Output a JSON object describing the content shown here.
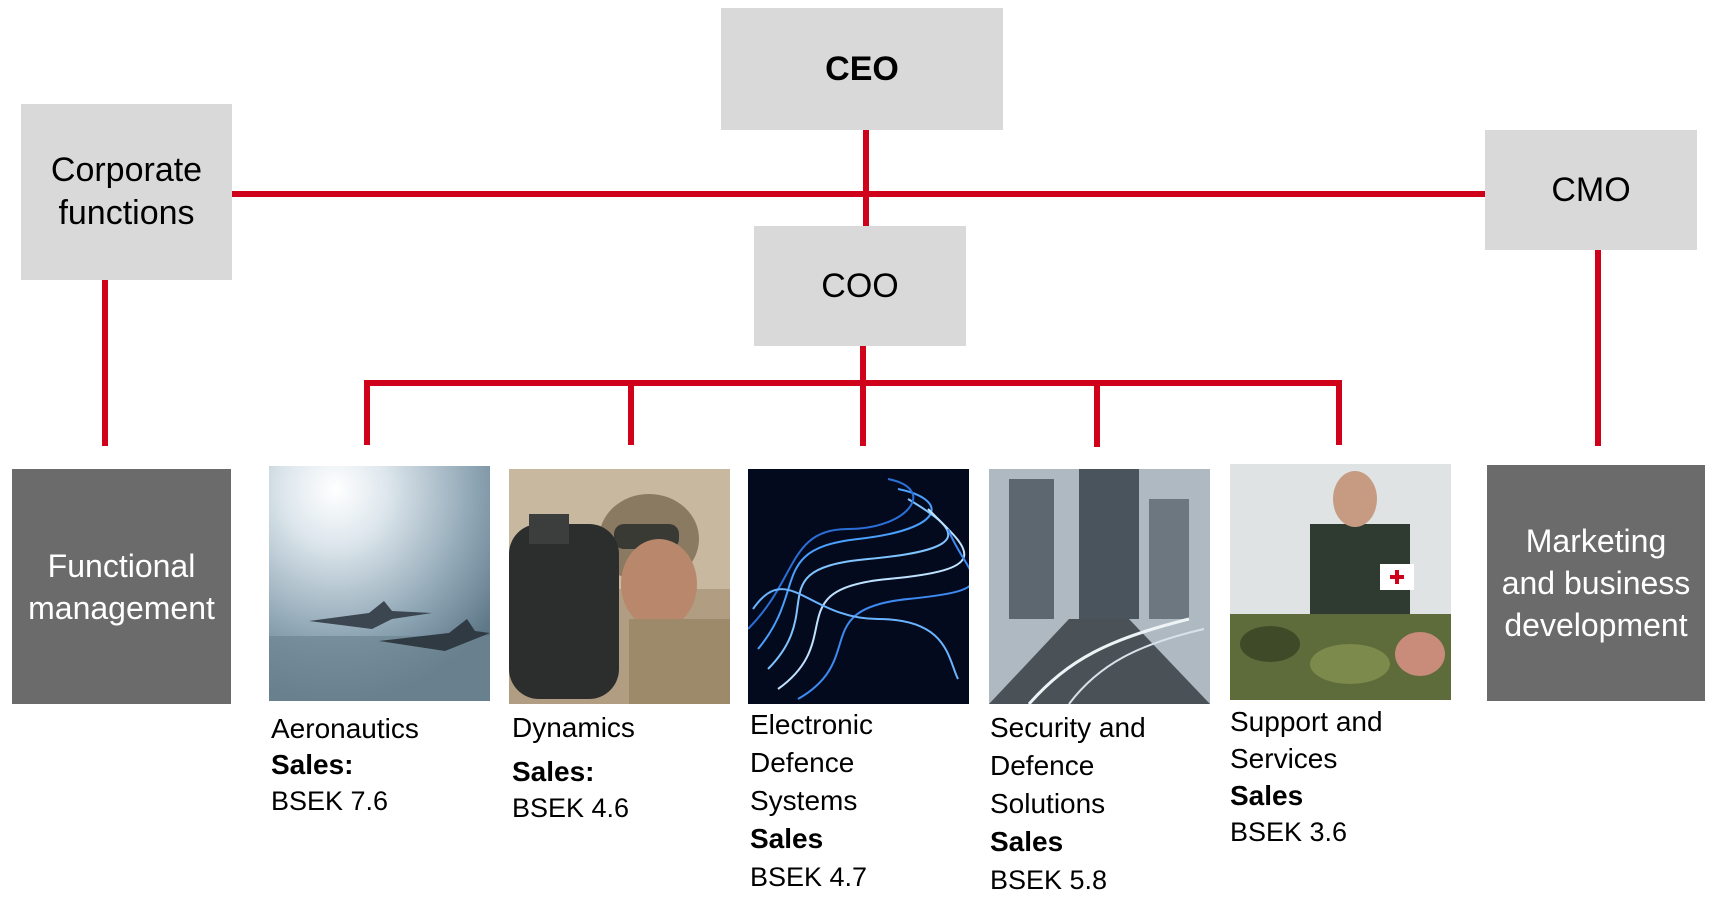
{
  "org": {
    "ceo": "CEO",
    "corporate_functions": "Corporate functions",
    "cmo": "CMO",
    "coo": "COO",
    "functional_management": "Functional management",
    "marketing": "Marketing and business development"
  },
  "business_areas": [
    {
      "name": "Aeronautics",
      "sales_label": "Sales:",
      "sales_value": "BSEK 7.6",
      "image": "fighter-jets-photo"
    },
    {
      "name": "Dynamics",
      "sales_label": "Sales:",
      "sales_value": "BSEK 4.6",
      "image": "soldier-weapon-photo"
    },
    {
      "name": "Electronic Defence Systems",
      "sales_label": "Sales",
      "sales_value": "BSEK 4.7",
      "image": "light-fibers-photo"
    },
    {
      "name": "Security and Defence Solutions",
      "sales_label": "Sales",
      "sales_value": "BSEK 5.8",
      "image": "city-highway-photo"
    },
    {
      "name": "Support and Services",
      "sales_label": "Sales",
      "sales_value": "BSEK 3.6",
      "image": "medic-photo"
    }
  ],
  "colors": {
    "connector": "#d0021b",
    "light_box": "#d9d9d9",
    "dark_box": "#6b6b6b"
  }
}
